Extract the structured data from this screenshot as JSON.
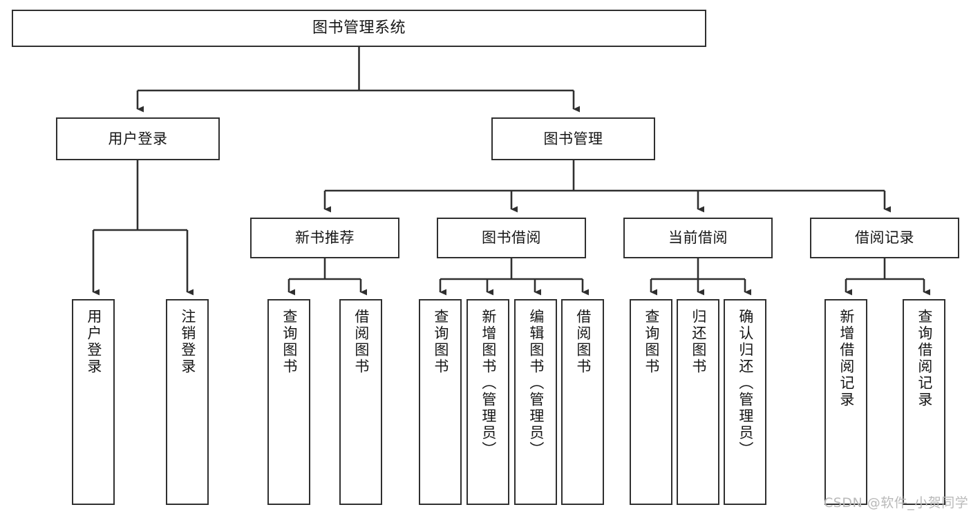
{
  "diagram": {
    "title": "图书管理系统",
    "type": "tree-hierarchy",
    "watermark": "CSDN @软件_小贺同学",
    "colors": {
      "box_border": "#2f2f2f",
      "box_fill": "#ffffff",
      "connector": "#2f2f2f",
      "text": "#161616",
      "watermark": "#b9b9b9"
    },
    "root": {
      "label": "图书管理系统"
    },
    "level1": [
      {
        "label": "用户登录"
      },
      {
        "label": "图书管理"
      }
    ],
    "level2": [
      {
        "label": "新书推荐"
      },
      {
        "label": "图书借阅"
      },
      {
        "label": "当前借阅"
      },
      {
        "label": "借阅记录"
      }
    ],
    "leaves": {
      "user_login": [
        {
          "label": "用户登录"
        },
        {
          "label": "注销登录"
        }
      ],
      "new_book": [
        {
          "label": "查询图书"
        },
        {
          "label": "借阅图书"
        }
      ],
      "book_borrow": [
        {
          "label": "查询图书"
        },
        {
          "label": "新增图书（管理员）"
        },
        {
          "label": "编辑图书（管理员）"
        },
        {
          "label": "借阅图书"
        }
      ],
      "current_borrow": [
        {
          "label": "查询图书"
        },
        {
          "label": "归还图书"
        },
        {
          "label": "确认归还（管理员）"
        }
      ],
      "borrow_record": [
        {
          "label": "新增借阅记录"
        },
        {
          "label": "查询借阅记录"
        }
      ]
    }
  }
}
